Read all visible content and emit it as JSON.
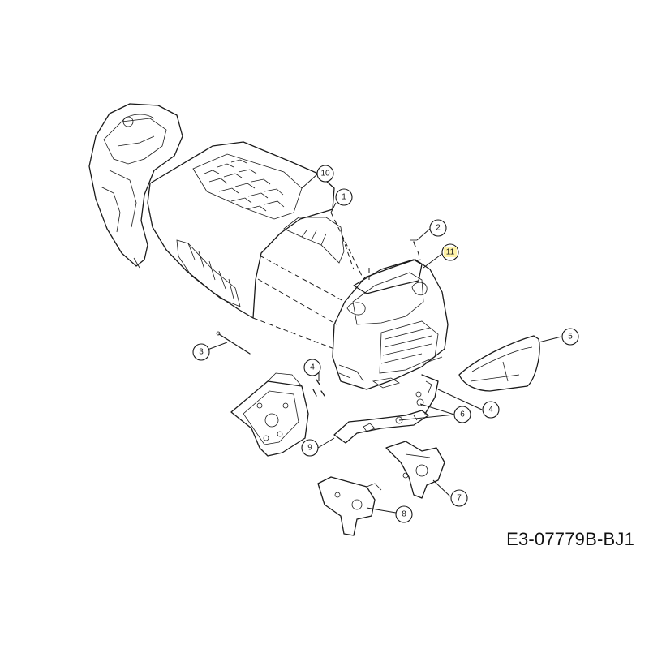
{
  "drawing_code": "E3-07779B-BJ1",
  "highlight_color": "#fff3a8",
  "callouts": [
    {
      "id": "c10",
      "label": "10"
    },
    {
      "id": "c1",
      "label": "1"
    },
    {
      "id": "c2",
      "label": "2"
    },
    {
      "id": "c11",
      "label": "11",
      "highlighted": true
    },
    {
      "id": "c3",
      "label": "3"
    },
    {
      "id": "c5",
      "label": "5"
    },
    {
      "id": "c4a",
      "label": "4"
    },
    {
      "id": "c4b",
      "label": "4"
    },
    {
      "id": "c6",
      "label": "6"
    },
    {
      "id": "c9",
      "label": "9"
    },
    {
      "id": "c7",
      "label": "7"
    },
    {
      "id": "c8",
      "label": "8"
    }
  ]
}
